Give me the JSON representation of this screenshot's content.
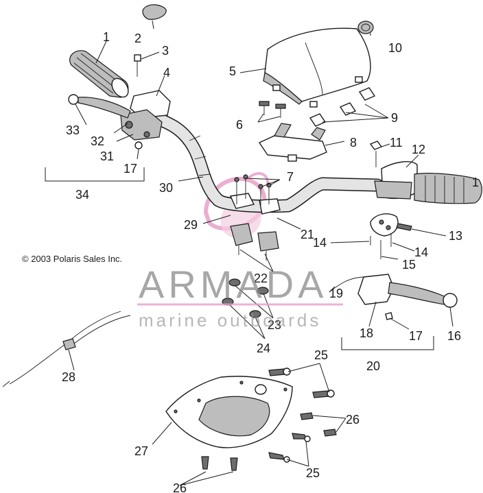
{
  "diagram": {
    "copyright": "© 2003 Polaris Sales Inc.",
    "watermark": {
      "brand": "ARMADA",
      "tagline": "marine outboards",
      "accent_color": "#e8a0c8"
    },
    "callouts": {
      "c1a": "1",
      "c1b": "1",
      "c2": "2",
      "c3": "3",
      "c4": "4",
      "c5": "5",
      "c6": "6",
      "c7": "7",
      "c8": "8",
      "c9": "9",
      "c10": "10",
      "c11": "11",
      "c12": "12",
      "c13": "13",
      "c14a": "14",
      "c14b": "14",
      "c15": "15",
      "c16": "16",
      "c17a": "17",
      "c17b": "17",
      "c18": "18",
      "c19": "19",
      "c20": "20",
      "c21": "21",
      "c22": "22",
      "c23": "23",
      "c24": "24",
      "c25a": "25",
      "c25b": "25",
      "c26a": "26",
      "c26b": "26",
      "c27": "27",
      "c28": "28",
      "c29": "29",
      "c30": "30",
      "c31": "31",
      "c32": "32",
      "c33": "33",
      "c34": "34"
    },
    "colors": {
      "line": "#1a1a1a",
      "shade": "#bdbdbd",
      "watermark_gray": "#8a8a8a"
    }
  }
}
